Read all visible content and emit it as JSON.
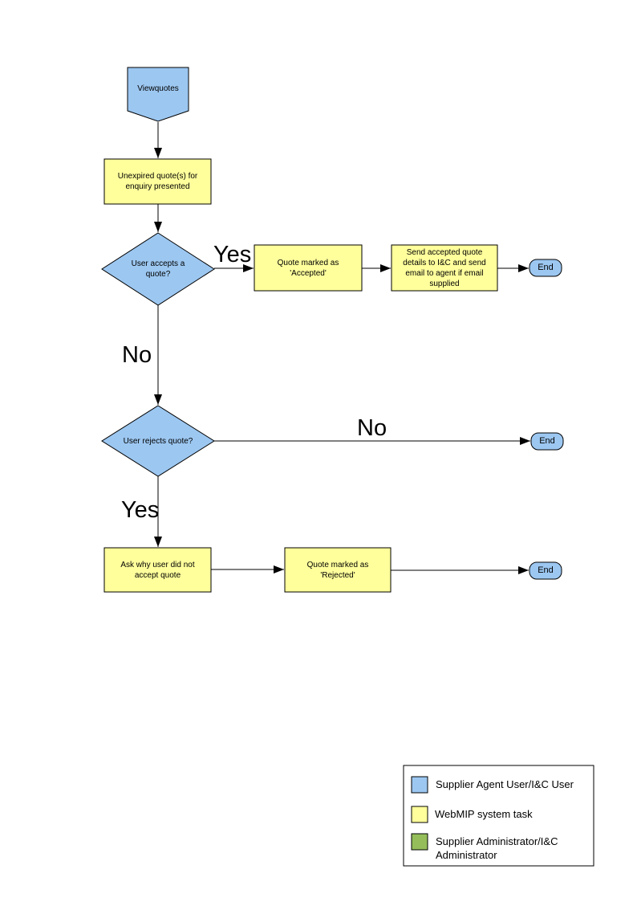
{
  "colors": {
    "actor_blue": "#9CC7F1",
    "task_yellow": "#FFFF9C",
    "admin_green": "#95BE5A",
    "stroke_black": "#000000",
    "background_white": "#FFFFFF"
  },
  "flowchart": {
    "start_label": "Viewquotes",
    "unexpired_quotes": "Unexpired quote(s) for enquiry presented",
    "accepts_decision": "User accepts a quote?",
    "marked_accepted": "Quote  marked as 'Accepted'",
    "send_details": "Send accepted quote details to I&C and send email to agent if email supplied",
    "rejects_decision": "User rejects quote?",
    "ask_why": "Ask why user did not accept quote",
    "marked_rejected": "Quote  marked as 'Rejected'",
    "end_label": "End",
    "edge_labels": {
      "accept_yes": "Yes",
      "accept_no": "No",
      "reject_no": "No",
      "reject_yes": "Yes"
    }
  },
  "legend": {
    "items": [
      {
        "label": "Supplier Agent User/I&C User",
        "color": "#9CC7F1"
      },
      {
        "label": "WebMIP system task",
        "color": "#FFFF9C"
      },
      {
        "label": "Supplier Administrator/I&C Administrator",
        "color": "#95BE5A"
      }
    ]
  }
}
